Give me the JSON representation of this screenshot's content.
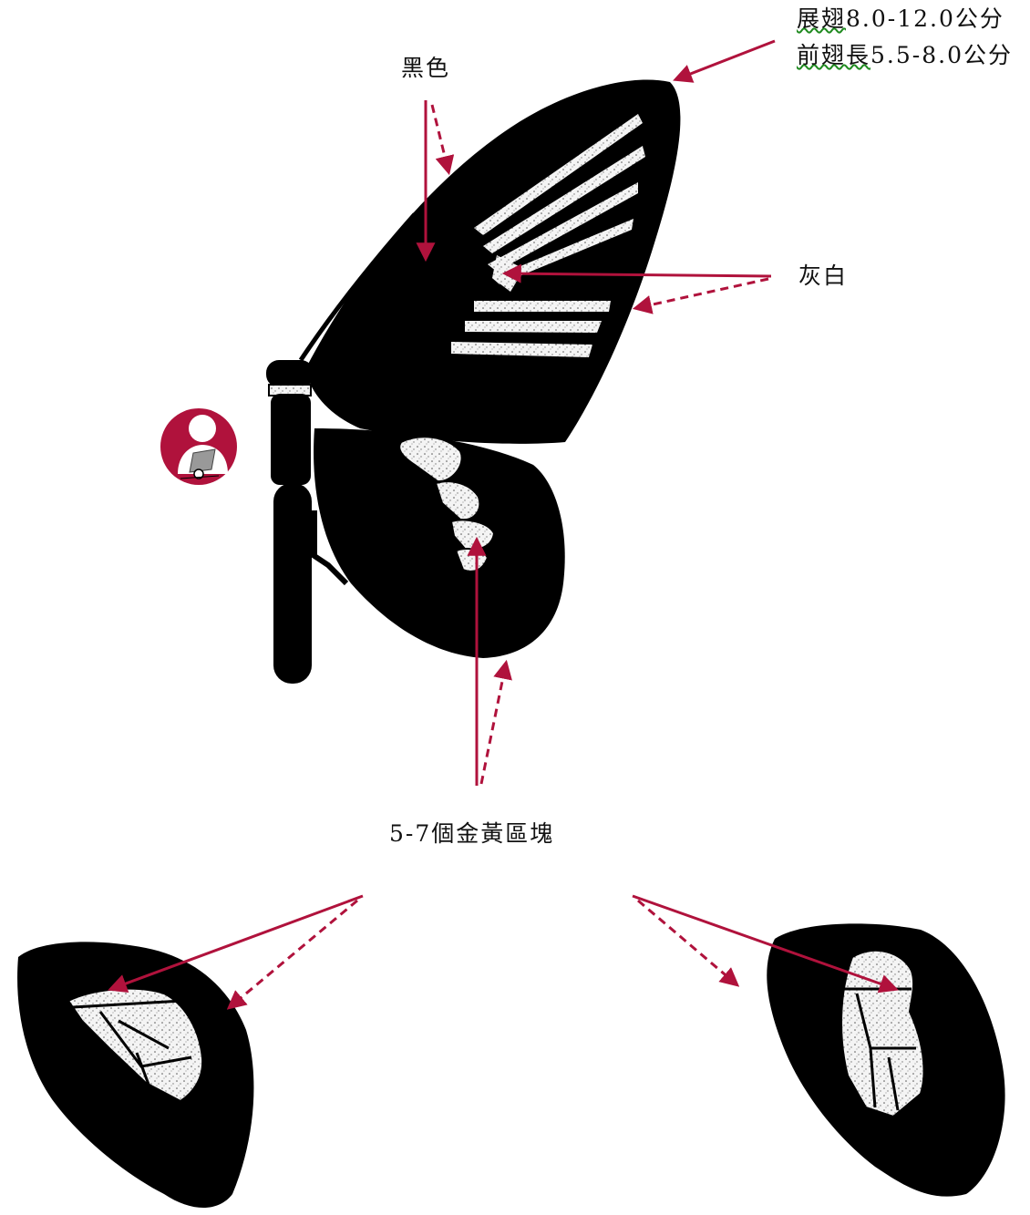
{
  "labels": {
    "wingspan_prefix": "展翅",
    "wingspan_value": "8.0-12.0公分",
    "forewing_prefix": "前翅長",
    "forewing_value": "5.5-8.0公分",
    "black": "黑色",
    "gray_white": "灰白",
    "gold_patches": "5-7個金黃區塊"
  },
  "colors": {
    "arrow": "#b0123c",
    "wing": "#000000",
    "patch": "#f2f2f2",
    "badge": "#b0123c"
  },
  "icons": [
    "observer-badge-icon"
  ]
}
